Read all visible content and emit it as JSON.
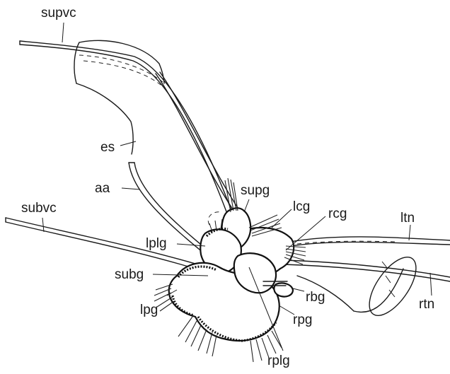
{
  "figure": {
    "labels": {
      "supvc": "supvc",
      "es": "es",
      "aa": "aa",
      "subvc": "subvc",
      "supg": "supg",
      "lcg": "lcg",
      "rcg": "rcg",
      "ltn": "ltn",
      "lplg": "lplg",
      "rtn": "rtn",
      "subg": "subg",
      "rbg": "rbg",
      "lpg": "lpg",
      "rpg": "rpg",
      "rplg": "rplg"
    }
  }
}
